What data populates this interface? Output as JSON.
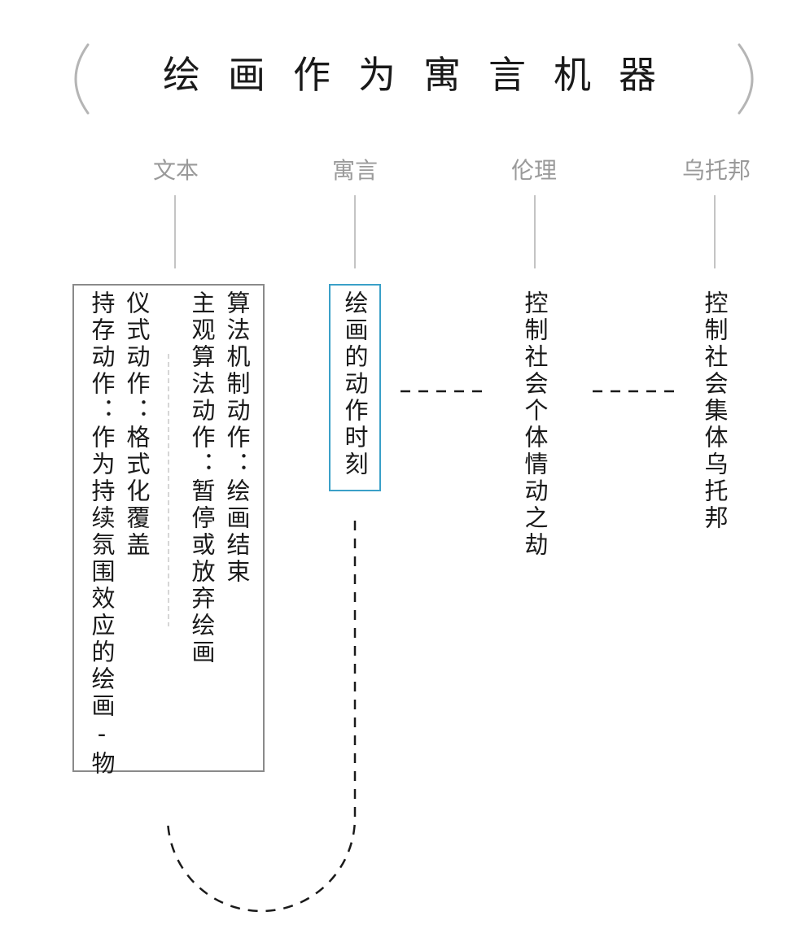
{
  "title": "绘画作为寓言机器",
  "columns": {
    "text": "文本",
    "fable": "寓言",
    "ethics": "伦理",
    "utopia": "乌托邦"
  },
  "text_box": {
    "col1": "算法机制动作：绘画结束",
    "col2": "主观算法动作：暂停或放弃绘画",
    "col3": "仪式动作：格式化覆盖",
    "col4": "持存动作：作为持续氛围效应的绘画-物"
  },
  "fable_box": "绘画的动作时刻",
  "ethics_text": "控制社会个体情动之劫",
  "utopia_text": "控制社会集体乌托邦",
  "colors": {
    "highlight_border": "#3aa0c8",
    "label_gray": "#9a9a9a",
    "box_border": "#8a8a8a"
  }
}
